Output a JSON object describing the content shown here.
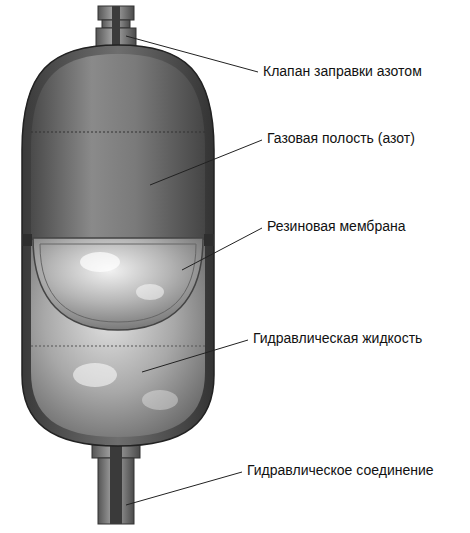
{
  "diagram": {
    "labels": [
      "Клапан заправки азотом",
      "Газовая полость (азот)",
      "Резиновая мембрана",
      "Гидравлическая жидкость",
      "Гидравлическое соединение"
    ]
  }
}
